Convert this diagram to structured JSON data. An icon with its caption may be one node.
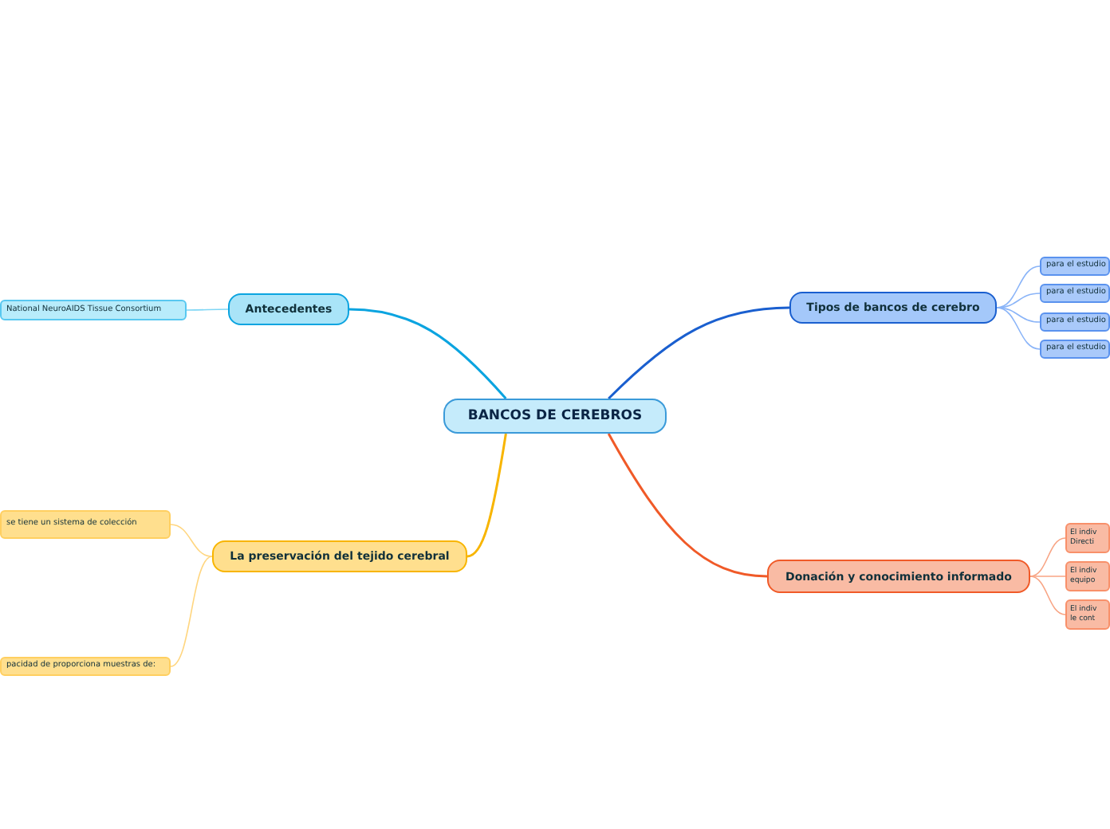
{
  "diagram": {
    "nodes": [
      {
        "text": [
          "BANCOS DE CEREBROS"
        ]
      },
      {
        "text": [
          "Antecedentes"
        ]
      },
      {
        "text": [
          "National NeuroAIDS Tissue Consortium"
        ]
      },
      {
        "text": [
          "Tipos de bancos de cerebro"
        ]
      },
      {
        "text": [
          "para el estudio"
        ]
      },
      {
        "text": [
          "para el estudio"
        ]
      },
      {
        "text": [
          "para el estudio"
        ]
      },
      {
        "text": [
          "para el estudio"
        ]
      },
      {
        "text": [
          "La preservación del tejido cerebral"
        ]
      },
      {
        "text": [
          "se tiene un sistema de colección"
        ]
      },
      {
        "text": [
          "pacidad de proporciona muestras de:"
        ]
      },
      {
        "text": [
          "Donación y conocimiento informado"
        ]
      },
      {
        "text": [
          "El indiv Directi"
        ]
      },
      {
        "text": [
          "El indiv equipo"
        ]
      },
      {
        "text": [
          "El indiv le cont"
        ]
      }
    ],
    "edges": [
      {
        "from": 0,
        "to": 1,
        "arrow": "none",
        "color": "#0ba4e0"
      },
      {
        "from": 1,
        "to": 2,
        "arrow": "none",
        "color": "#7fd6f5"
      },
      {
        "from": 0,
        "to": 3,
        "arrow": "none",
        "color": "#1a5fcf"
      },
      {
        "from": 3,
        "to": 4,
        "arrow": "none",
        "color": "#8ab4f8"
      },
      {
        "from": 3,
        "to": 5,
        "arrow": "none",
        "color": "#8ab4f8"
      },
      {
        "from": 3,
        "to": 6,
        "arrow": "none",
        "color": "#8ab4f8"
      },
      {
        "from": 3,
        "to": 7,
        "arrow": "none",
        "color": "#8ab4f8"
      },
      {
        "from": 0,
        "to": 8,
        "arrow": "none",
        "color": "#f8b500"
      },
      {
        "from": 8,
        "to": 9,
        "arrow": "none",
        "color": "#ffd680"
      },
      {
        "from": 8,
        "to": 10,
        "arrow": "none",
        "color": "#ffd680"
      },
      {
        "from": 0,
        "to": 11,
        "arrow": "none",
        "color": "#f05a28"
      },
      {
        "from": 11,
        "to": 12,
        "arrow": "none",
        "color": "#f8a585"
      },
      {
        "from": 11,
        "to": 13,
        "arrow": "none",
        "color": "#f8a585"
      },
      {
        "from": 11,
        "to": 14,
        "arrow": "none",
        "color": "#f8a585"
      }
    ]
  }
}
